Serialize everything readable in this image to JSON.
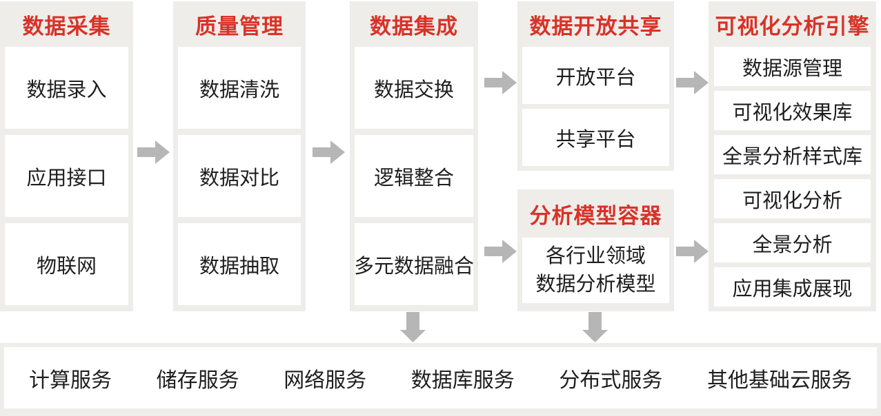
{
  "colors": {
    "accent": "#d93227",
    "panel": "#eeedea",
    "box": "#ffffff",
    "arrow": "#b6b6b6",
    "text": "#1e1e1e"
  },
  "stages": [
    {
      "title": "数据采集",
      "items": [
        "数据录入",
        "应用接口",
        "物联网"
      ]
    },
    {
      "title": "质量管理",
      "items": [
        "数据清洗",
        "数据对比",
        "数据抽取"
      ]
    },
    {
      "title": "数据集成",
      "items": [
        "数据交换",
        "逻辑整合",
        "多元数据融合"
      ]
    },
    {
      "title": "数据开放共享",
      "items": [
        "开放平台",
        "共享平台"
      ]
    },
    {
      "title": "分析模型容器",
      "items": [
        "各行业领域\n数据分析模型"
      ]
    },
    {
      "title": "可视化分析引擎",
      "items": [
        "数据源管理",
        "可视化效果库",
        "全景分析样式库",
        "可视化分析",
        "全景分析",
        "应用集成展现"
      ]
    }
  ],
  "infrastructure": {
    "items": [
      "计算服务",
      "储存服务",
      "网络服务",
      "数据库服务",
      "分布式服务",
      "其他基础云服务"
    ]
  }
}
